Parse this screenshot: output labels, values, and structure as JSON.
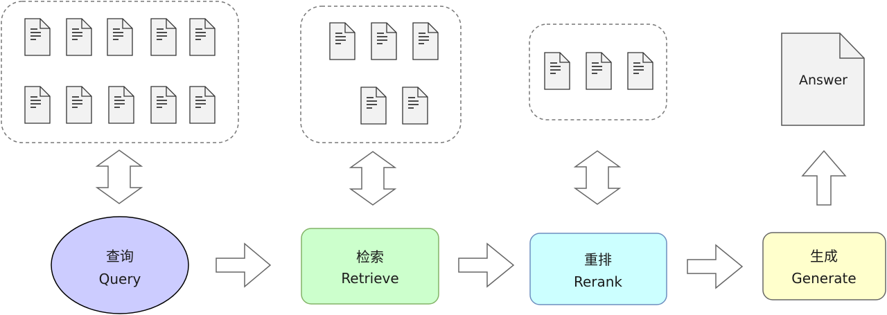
{
  "stages": [
    {
      "id": "query",
      "line1": "查询",
      "line2": "Query",
      "fill": "#ccccff",
      "stroke": "#000000"
    },
    {
      "id": "retrieve",
      "line1": "检索",
      "line2": "Retrieve",
      "fill": "#ccffcc",
      "stroke": "#82b366"
    },
    {
      "id": "rerank",
      "line1": "重排",
      "line2": "Rerank",
      "fill": "#ccffff",
      "stroke": "#6c8ebf"
    },
    {
      "id": "generate",
      "line1": "生成",
      "line2": "Generate",
      "fill": "#ffffcc",
      "stroke": "#666666"
    }
  ],
  "document_groups": {
    "corpus_count": 10,
    "retrieved_count": 5,
    "reranked_count": 3
  },
  "answer": {
    "label": "Answer"
  },
  "colors": {
    "group_border": "#777777",
    "arrow_stroke": "#666666",
    "doc_fill": "#f2f2f2",
    "doc_stroke": "#333333"
  }
}
